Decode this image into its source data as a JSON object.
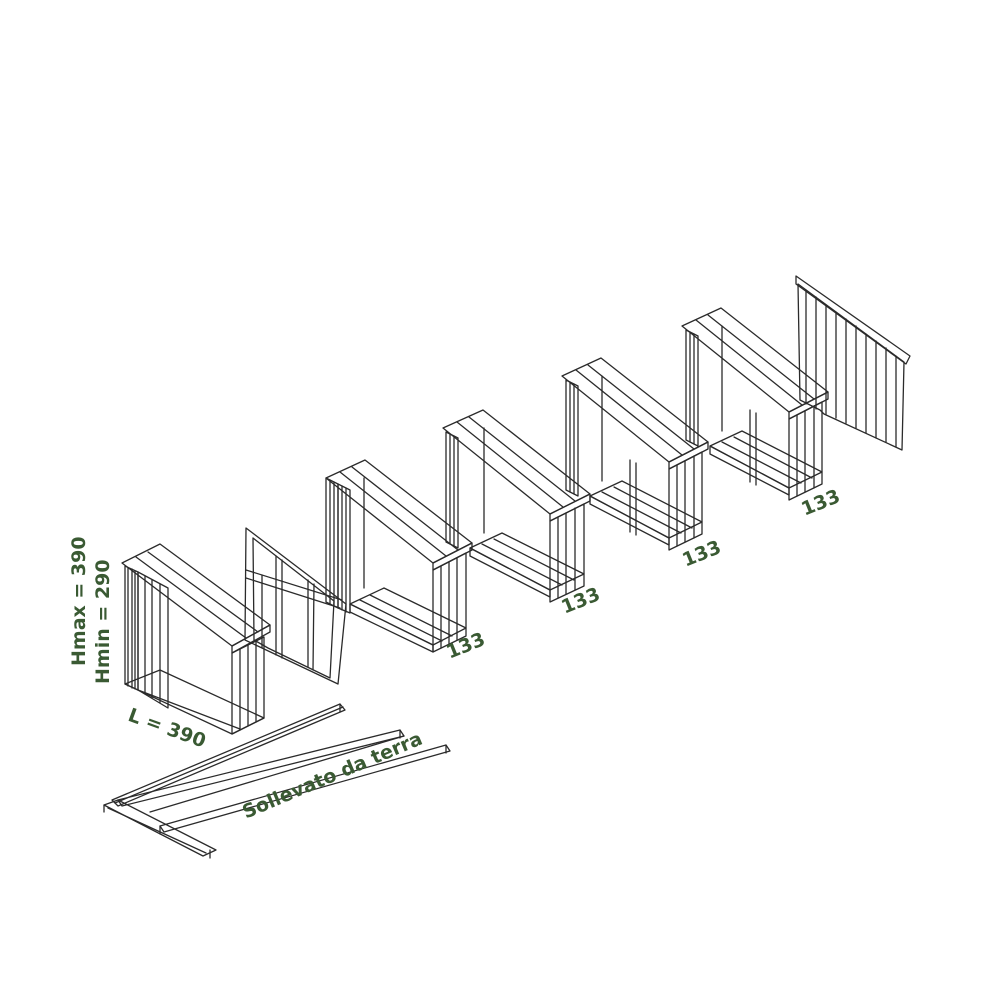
{
  "colors": {
    "line": "#2b2b2b",
    "label": "#3a5a33",
    "background": "#ffffff"
  },
  "labels": {
    "hmax": "Hmax = 390",
    "hmin": "Hmin = 290",
    "length": "L = 390",
    "module_width": "133",
    "base_note": "Sollevato da terra"
  }
}
